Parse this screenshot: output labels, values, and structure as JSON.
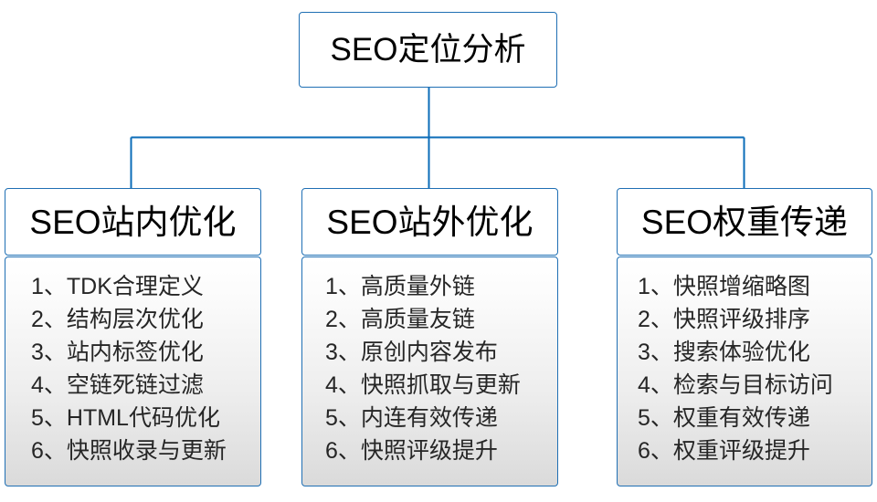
{
  "diagram": {
    "type": "org-tree",
    "root": {
      "label": "SEO定位分析"
    },
    "branches": [
      {
        "id": "seo-on-site",
        "header": "SEO站内优化",
        "items": [
          "1、TDK合理定义",
          "2、结构层次优化",
          "3、站内标签优化",
          "4、空链死链过滤",
          "5、HTML代码优化",
          "6、快照收录与更新"
        ]
      },
      {
        "id": "seo-off-site",
        "header": "SEO站外优化",
        "items": [
          "1、高质量外链",
          "2、高质量友链",
          "3、原创内容发布",
          "4、快照抓取与更新",
          "5、内连有效传递",
          "6、快照评级提升"
        ]
      },
      {
        "id": "seo-weight-transfer",
        "header": "SEO权重传递",
        "items": [
          "1、快照增缩略图",
          "2、快照评级排序",
          "3、搜索体验优化",
          "4、检索与目标访问",
          "5、权重有效传递",
          "6、权重评级提升"
        ]
      }
    ],
    "colors": {
      "border": "#1f6fb4",
      "connector": "#0b6cb8",
      "text": "#000000",
      "list_text": "#262626",
      "background": "#ffffff",
      "panel_gradient_top": "#ffffff",
      "panel_gradient_bottom": "#dadada"
    }
  }
}
